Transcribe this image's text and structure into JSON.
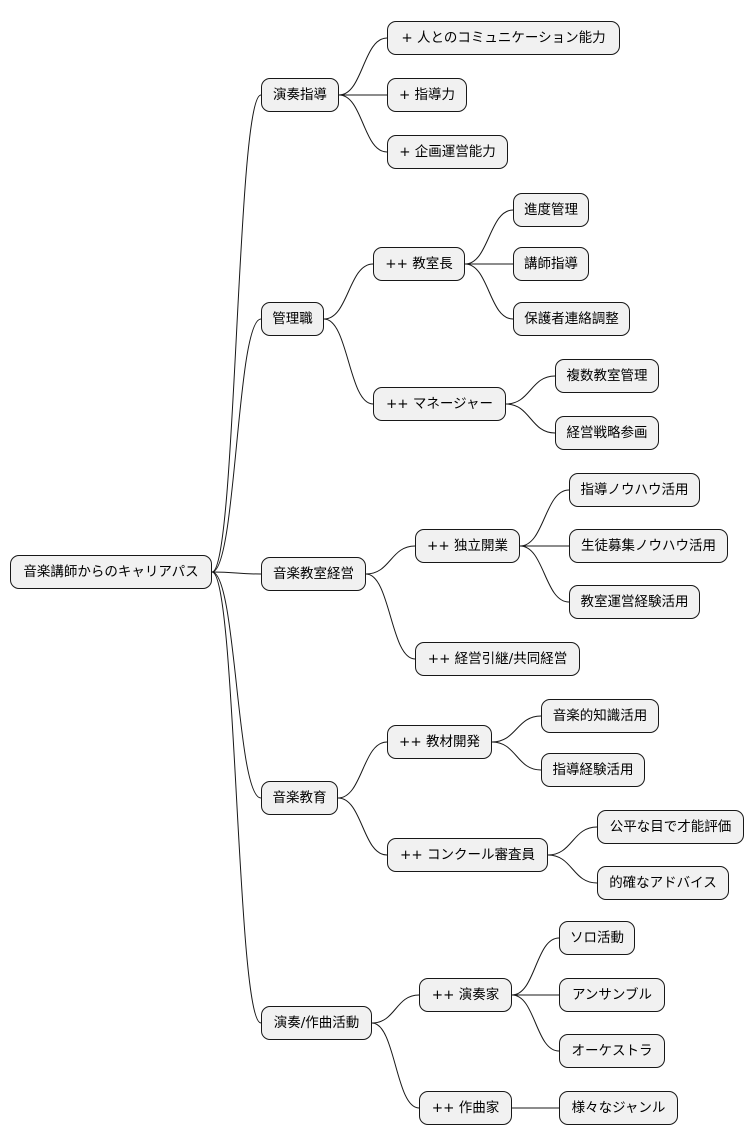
{
  "root": {
    "label": "音楽講師からのキャリアパス",
    "children": [
      {
        "label": "演奏指導",
        "children": [
          {
            "label": "+ 人とのコミュニケーション能力"
          },
          {
            "label": "+ 指導力"
          },
          {
            "label": "+ 企画運営能力"
          }
        ]
      },
      {
        "label": "管理職",
        "children": [
          {
            "label": "++ 教室長",
            "children": [
              {
                "label": "進度管理"
              },
              {
                "label": "講師指導"
              },
              {
                "label": "保護者連絡調整"
              }
            ]
          },
          {
            "label": "++ マネージャー",
            "children": [
              {
                "label": "複数教室管理"
              },
              {
                "label": "経営戦略参画"
              }
            ]
          }
        ]
      },
      {
        "label": "音楽教室経営",
        "children": [
          {
            "label": "++ 独立開業",
            "children": [
              {
                "label": "指導ノウハウ活用"
              },
              {
                "label": "生徒募集ノウハウ活用"
              },
              {
                "label": "教室運営経験活用"
              }
            ]
          },
          {
            "label": "++ 経営引継/共同経営"
          }
        ]
      },
      {
        "label": "音楽教育",
        "children": [
          {
            "label": "++ 教材開発",
            "children": [
              {
                "label": "音楽的知識活用"
              },
              {
                "label": "指導経験活用"
              }
            ]
          },
          {
            "label": "++ コンクール審査員",
            "children": [
              {
                "label": "公平な目で才能評価"
              },
              {
                "label": "的確なアドバイス"
              }
            ]
          }
        ]
      },
      {
        "label": "演奏/作曲活動",
        "children": [
          {
            "label": "++ 演奏家",
            "children": [
              {
                "label": "ソロ活動"
              },
              {
                "label": "アンサンブル"
              },
              {
                "label": "オーケストラ"
              }
            ]
          },
          {
            "label": "++ 作曲家",
            "children": [
              {
                "label": "様々なジャンル"
              }
            ]
          }
        ]
      }
    ]
  }
}
